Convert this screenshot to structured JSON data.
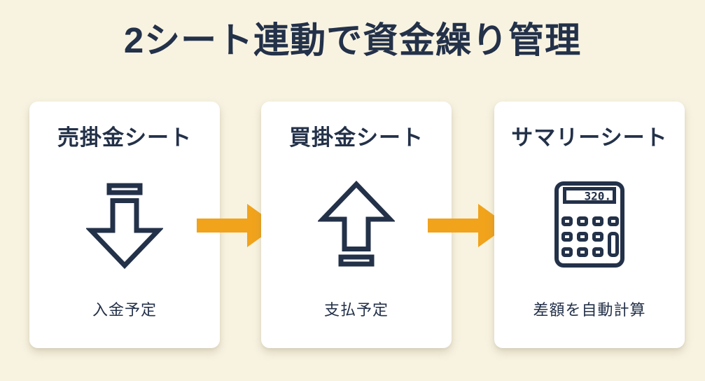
{
  "title": "2シート連動で資金繰り管理",
  "colors": {
    "background": "#F8F3E1",
    "card": "#FFFFFF",
    "navy": "#233149",
    "orange": "#F1A31C"
  },
  "cards": [
    {
      "heading": "売掛金シート",
      "icon": "arrow-down-outline-icon",
      "caption": "入金予定"
    },
    {
      "heading": "買掛金シート",
      "icon": "arrow-up-outline-icon",
      "caption": "支払予定"
    },
    {
      "heading": "サマリーシート",
      "icon": "calculator-icon",
      "caption": "差額を自動計算",
      "display_value": "320."
    }
  ],
  "connectors": [
    {
      "icon": "arrow-right-icon"
    },
    {
      "icon": "arrow-right-icon"
    }
  ]
}
